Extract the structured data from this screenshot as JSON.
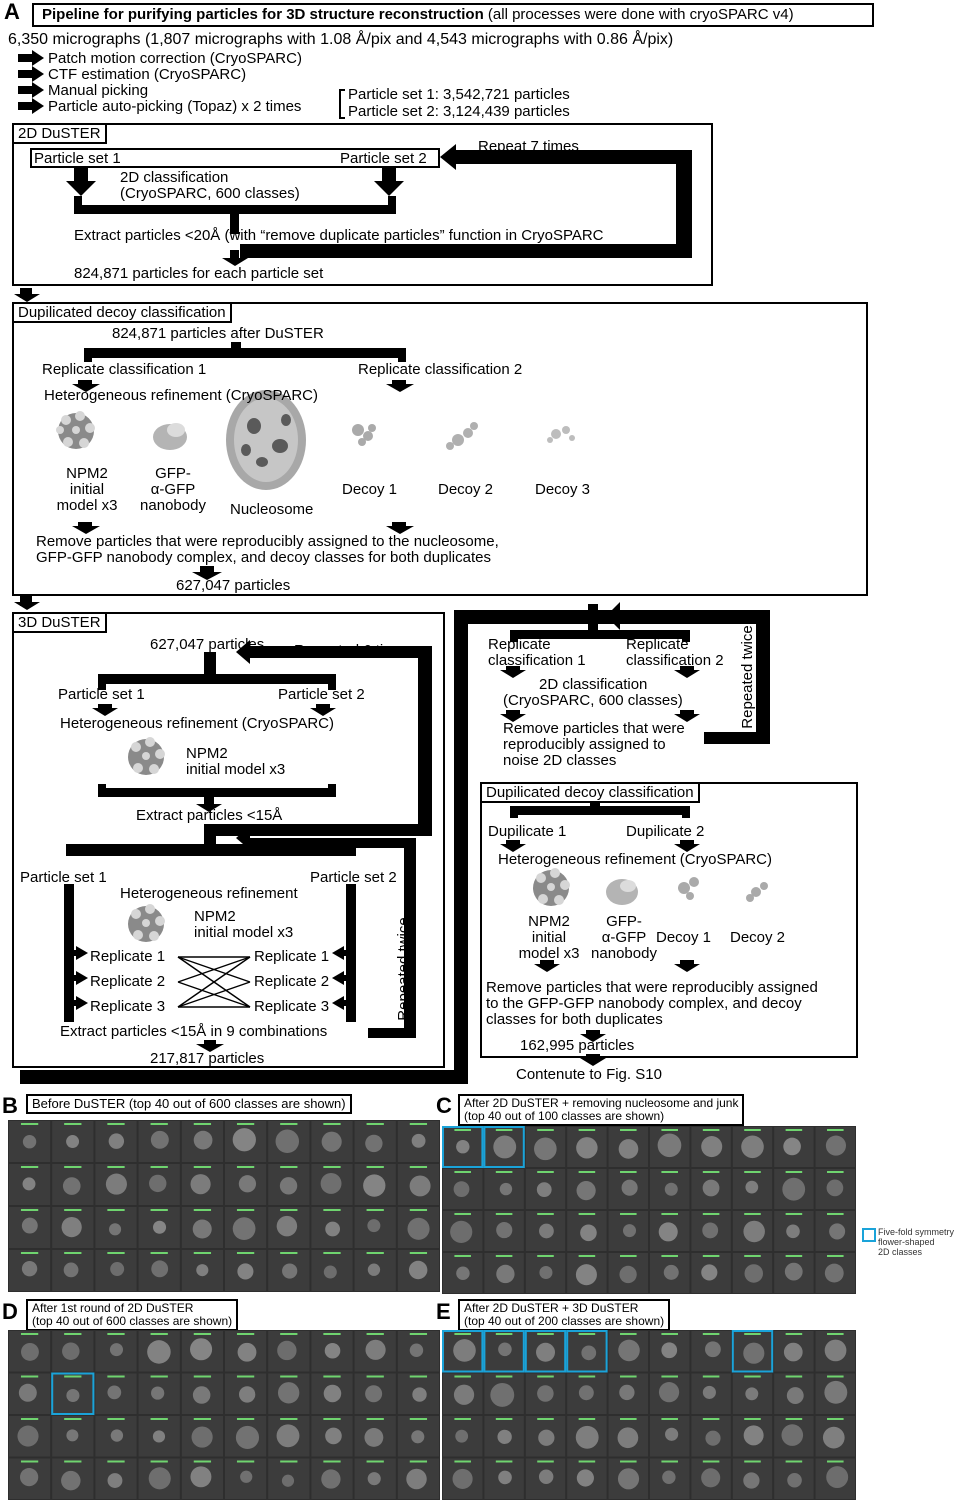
{
  "panelA": {
    "letter": "A",
    "title_bold": "Pipeline for purifying particles for 3D structure reconstruction",
    "title_rest": " (all processes were done with cryoSPARC v4)",
    "micrographs": "6,350 micrographs (1,807 micrographs with 1.08 Å/pix and 4,543 micrographs with 0.86 Å/pix)",
    "steps": [
      "Patch motion correction (CryoSPARC)",
      "CTF estimation (CryoSPARC)",
      "Manual picking",
      "Particle auto-picking (Topaz) x 2 times"
    ],
    "set1_count": "Particle set 1: 3,542,721 particles",
    "set2_count": "Particle set 2: 3,124,439 particles",
    "duster2d": {
      "tag": "2D DuSTER",
      "set1": "Particle set 1",
      "set2": "Particle set 2",
      "repeat": "Repeat 7 times",
      "classification": "2D classification",
      "classification_sub": "(CryoSPARC, 600 classes)",
      "extract": "Extract particles <20Å (with “remove duplicate particles” function in CryoSPARC",
      "result": "824,871 particles for each particle set"
    },
    "decoy1": {
      "tag": "Dupilicated decoy classification",
      "input": "824,871 particles after DuSTER",
      "rep1": "Replicate classification 1",
      "rep2": "Replicate classification 2",
      "hetero": "Heterogeneous refinement (CryoSPARC)",
      "npm2": [
        "NPM2",
        "initial",
        "model x3"
      ],
      "gfp": [
        "GFP-",
        "α-GFP",
        "nanobody"
      ],
      "nucleosome": "Nucleosome",
      "decoy_1": "Decoy 1",
      "decoy_2": "Decoy 2",
      "decoy_3": "Decoy 3",
      "remove1": "Remove particles that were reproducibly assigned to the nucleosome,",
      "remove2": "GFP-GFP nanobody complex, and decoy  classes for both duplicates",
      "result": "627,047 particles"
    },
    "duster3d": {
      "tag": "3D DuSTER",
      "input": "627,047 particles",
      "repeated": "Repeated 6 times",
      "set1": "Particle set 1",
      "set2": "Particle set 2",
      "hetero": "Heterogeneous refinement (CryoSPARC)",
      "npm2_1": "NPM2",
      "npm2_2": "initial model x3",
      "extract": "Extract particles <15Å",
      "set1b": "Particle set 1",
      "set2b": "Particle set 2",
      "hetero2": "Heterogeneous refinement",
      "rep_left": [
        "Replicate 1",
        "Replicate 2",
        "Replicate 3"
      ],
      "rep_right": [
        "Replicate 1",
        "Replicate 2",
        "Replicate 3"
      ],
      "repeated_twice": "Repeated twice",
      "extract9": "Extract particles <15Å in 9 combinations",
      "result": "217,817 particles"
    },
    "right": {
      "rep1a": "Replicate",
      "rep1b": "classification 1",
      "rep2a": "Replicate",
      "rep2b": "classification 2",
      "class2d": "2D classification",
      "class2d_sub": "(CryoSPARC, 600 classes)",
      "remove1": "Remove particles that were",
      "remove2": "reproducibly assigned to",
      "remove3": "noise 2D classes",
      "repeated_twice": "Repeated twice",
      "decoy_tag": "Dupilicated decoy classification",
      "dup1": "Dupilicate 1",
      "dup2": "Dupilicate 2",
      "hetero": "Heterogeneous refinement (CryoSPARC)",
      "npm2": [
        "NPM2",
        "initial",
        "model x3"
      ],
      "gfp": [
        "GFP-",
        "α-GFP",
        "nanobody"
      ],
      "decoy_1": "Decoy 1",
      "decoy_2": "Decoy 2",
      "remove_a": "Remove particles that were reproducibly assigned",
      "remove_b": "to the GFP-GFP nanobody complex, and decoy",
      "remove_c": "classes for both duplicates",
      "result": "162,995 particles",
      "continue": "Contenute to Fig. S10"
    }
  },
  "panelB": {
    "letter": "B",
    "caption": "Before DuSTER (top 40 out of 600 classes are shown)"
  },
  "panelC": {
    "letter": "C",
    "caption1": "After 2D DuSTER + removing nucleosome and junk",
    "caption2": "(top 40 out of 100 classes are shown)"
  },
  "panelD": {
    "letter": "D",
    "caption1": "After 1st round of 2D DuSTER",
    "caption2": "(top 40 out of 600 classes are shown)"
  },
  "panelE": {
    "letter": "E",
    "caption1": "After 2D DuSTER + 3D DuSTER",
    "caption2": "(top 40 out of 200 classes are shown)"
  },
  "legend": {
    "line1": "Five-fold symmetry",
    "line2": "flower-shaped",
    "line3": "2D classes",
    "color": "#1aa3d9"
  }
}
